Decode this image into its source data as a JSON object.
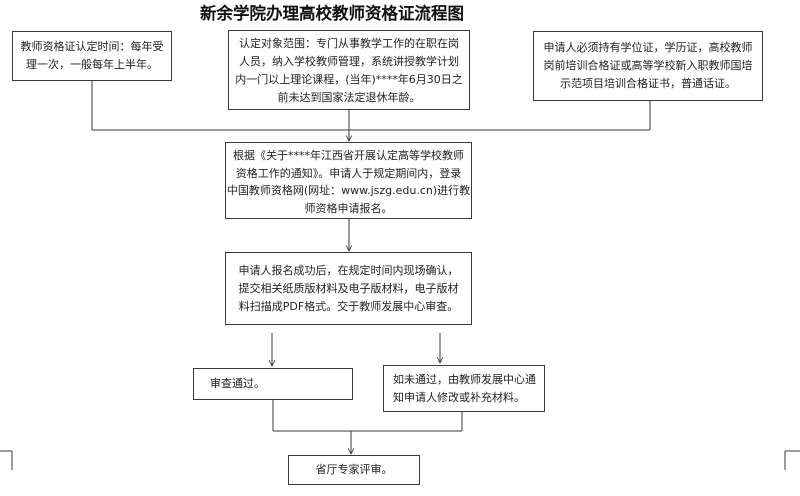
{
  "title": "新余学院办理高校教师资格证流程图",
  "boxes": {
    "schedule": {
      "lines": [
        "教师资格证认定时间：每年受",
        "理一次，一般每年上半年。"
      ]
    },
    "eligibility": {
      "lines": [
        "认定对象范围：专门从事教学工作的在职在岗",
        "人员，纳入学校教师管理，系统讲授教学计划",
        "内一门以上理论课程，(当年)****年6月30日之",
        "前未达到国家法定退休年龄。"
      ]
    },
    "requirements": {
      "lines": [
        "申请人必须持有学位证，学历证，高校教师",
        "岗前培训合格证或高等学校新入职教师国培",
        "示范项目培训合格证书，普通话证。"
      ]
    },
    "registration": {
      "lines": [
        "根据《关于****年江西省开展认定高等学校教师",
        "资格工作的通知》。申请人于规定期间内，登录",
        "中国教师资格网(网址：www.jszg.edu.cn)进行教",
        "师资格申请报名。"
      ]
    },
    "confirmation": {
      "lines": [
        "申请人报名成功后，在规定时间内现场确认，",
        "提交相关纸质版材料及电子版材料，电子版材",
        "料扫描成PDF格式。交于教师发展中心审查。"
      ]
    },
    "approved": {
      "lines": [
        "审查通过。"
      ]
    },
    "rejected": {
      "lines": [
        "如未通过，由教师发展中心通",
        "知申请人修改或补充材料。"
      ]
    },
    "review": {
      "lines": [
        "省厅专家评审。"
      ]
    }
  }
}
